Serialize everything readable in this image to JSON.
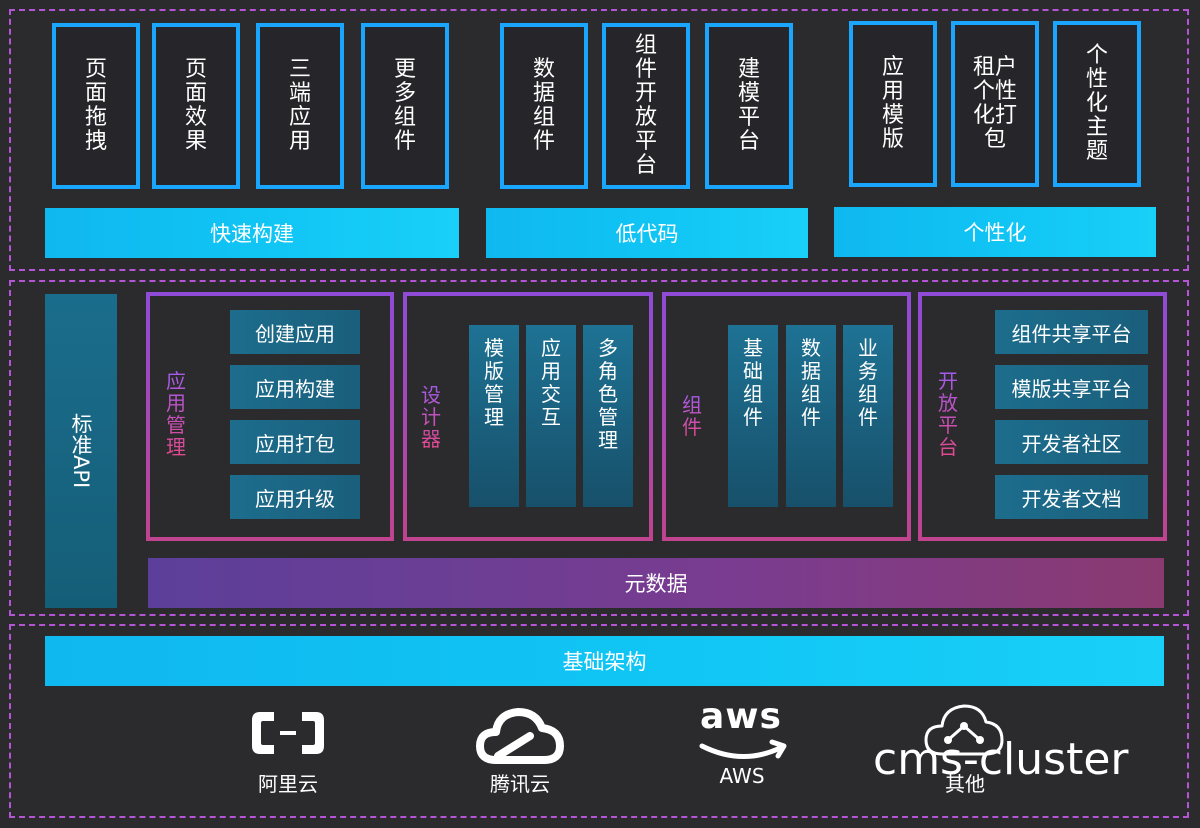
{
  "top": {
    "groups": [
      {
        "bar": "快速构建",
        "boxes": [
          "页面拖拽",
          "页面效果",
          "三端应用",
          "更多组件"
        ]
      },
      {
        "bar": "低代码",
        "boxes": [
          "数据组件",
          "组件开放平台",
          "建模平台"
        ]
      },
      {
        "bar": "个性化",
        "boxes": [
          "应用模版",
          "租户个性化打包",
          "个性化主题"
        ]
      }
    ]
  },
  "middle": {
    "api": "标准API",
    "app_mgmt": {
      "label": "应用管理",
      "items": [
        "创建应用",
        "应用构建",
        "应用打包",
        "应用升级"
      ]
    },
    "designer": {
      "label": "设计器",
      "items": [
        "模版管理",
        "应用交互",
        "多角色管理"
      ]
    },
    "components": {
      "label": "组件",
      "items": [
        "基础组件",
        "数据组件",
        "业务组件"
      ]
    },
    "open_platform": {
      "label": "开放平台",
      "items": [
        "组件共享平台",
        "模版共享平台",
        "开发者社区",
        "开发者文档"
      ]
    },
    "metadata": "元数据"
  },
  "bottom": {
    "bar": "基础架构",
    "clouds": [
      {
        "label": "阿里云",
        "icon": "aliyun-logo-icon"
      },
      {
        "label": "腾讯云",
        "icon": "tencent-cloud-logo-icon"
      },
      {
        "logo_text": "aws",
        "label": "AWS",
        "icon": "aws-logo-icon"
      },
      {
        "label": "其他",
        "icon": "cloud-network-icon"
      }
    ]
  },
  "watermark": "cms-cluster",
  "colors": {
    "background": "#2b2b2d",
    "blue_border": "#1aa6ff",
    "cyan_bar": "#10c4f4",
    "dashed_frame": "#b455d6",
    "purple": "#8f4bd8",
    "magenta": "#c0448f",
    "teal_pill": "#1d6d8d"
  }
}
